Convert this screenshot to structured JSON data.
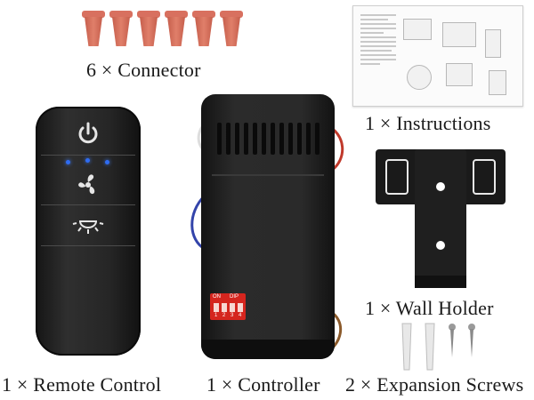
{
  "items": {
    "connector": "6 × Connector",
    "instructions": "1 × Instructions",
    "wall_holder": "1 × Wall Holder",
    "remote": "1 × Remote Control",
    "controller": "1 × Controller",
    "screws": "2 × Expansion Screws"
  },
  "controller_panel": {
    "dip_on": "ON",
    "dip_label": "DIP",
    "dip_numbers": [
      "1",
      "2",
      "3",
      "4"
    ]
  },
  "colors": {
    "connector": "#d8705f",
    "device": "#222222",
    "led": "#2f6cf2",
    "dip_switch": "#d5251e"
  },
  "icons": [
    "power-icon",
    "fan-icon",
    "light-icon"
  ]
}
